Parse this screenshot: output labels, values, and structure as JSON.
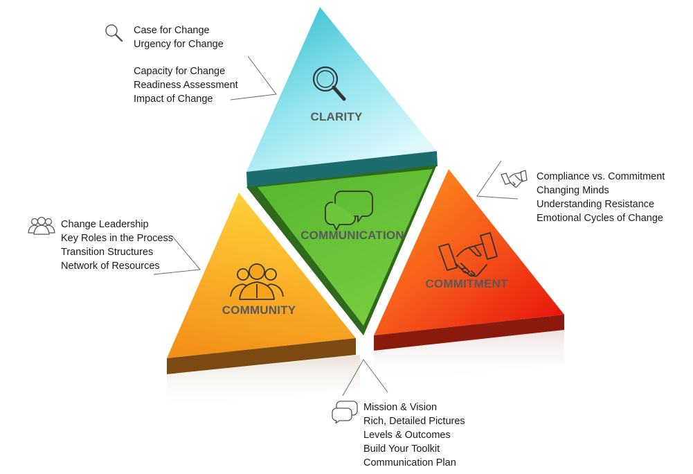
{
  "segments": {
    "clarity": "CLARITY",
    "communication": "COMMUNICATION",
    "community": "COMMUNITY",
    "commitment": "COMMITMENT"
  },
  "callouts": {
    "clarity_top": [
      "Case for Change",
      "Urgency for Change"
    ],
    "clarity_bottom": [
      "Capacity for Change",
      "Readiness Assessment",
      "Impact of Change"
    ],
    "commitment": [
      "Compliance vs. Commitment",
      "Changing Minds",
      "Understanding Resistance",
      "Emotional Cycles of Change"
    ],
    "community": [
      "Change Leadership",
      "Key Roles in the Process",
      "Transition Structures",
      "Network of Resources"
    ],
    "communication": [
      "Mission & Vision",
      "Rich, Detailed Pictures",
      "Levels & Outcomes",
      "Build Your Toolkit",
      "Communication Plan"
    ]
  },
  "colors": {
    "clarity": "#8fe3ee",
    "communication": "#6cc63a",
    "community": "#f7a41c",
    "commitment": "#f2420f",
    "label_gray": "#595959"
  },
  "icons": {
    "clarity": "magnifier-icon",
    "communication": "speech-bubbles-icon",
    "community": "people-icon",
    "commitment": "handshake-icon"
  }
}
